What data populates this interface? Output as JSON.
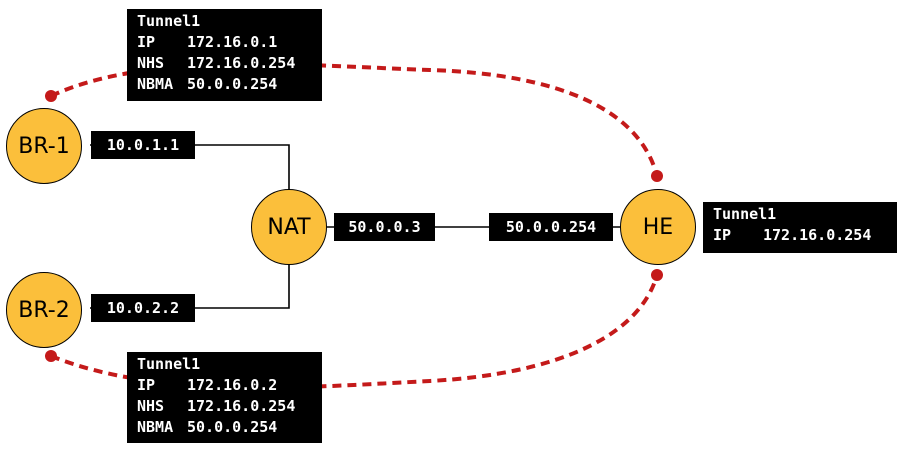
{
  "nodes": {
    "br1": "BR-1",
    "br2": "BR-2",
    "nat": "NAT",
    "he": "HE"
  },
  "interfaces": {
    "br1": "10.0.1.1",
    "br2": "10.0.2.2",
    "nat_outside": "50.0.0.3",
    "he": "50.0.0.254"
  },
  "tunnels": {
    "br1": {
      "name": "Tunnel1",
      "rows": [
        {
          "key": "IP",
          "value": "172.16.0.1"
        },
        {
          "key": "NHS",
          "value": "172.16.0.254"
        },
        {
          "key": "NBMA",
          "value": "50.0.0.254"
        }
      ]
    },
    "br2": {
      "name": "Tunnel1",
      "rows": [
        {
          "key": "IP",
          "value": "172.16.0.2"
        },
        {
          "key": "NHS",
          "value": "172.16.0.254"
        },
        {
          "key": "NBMA",
          "value": "50.0.0.254"
        }
      ]
    },
    "he": {
      "name": "Tunnel1",
      "rows": [
        {
          "key": "IP",
          "value": "172.16.0.254"
        }
      ]
    }
  },
  "colors": {
    "node_fill": "#fbbf3b",
    "tunnel_line": "#c41a1a",
    "label_bg": "#000000",
    "label_text": "#ffffff"
  }
}
